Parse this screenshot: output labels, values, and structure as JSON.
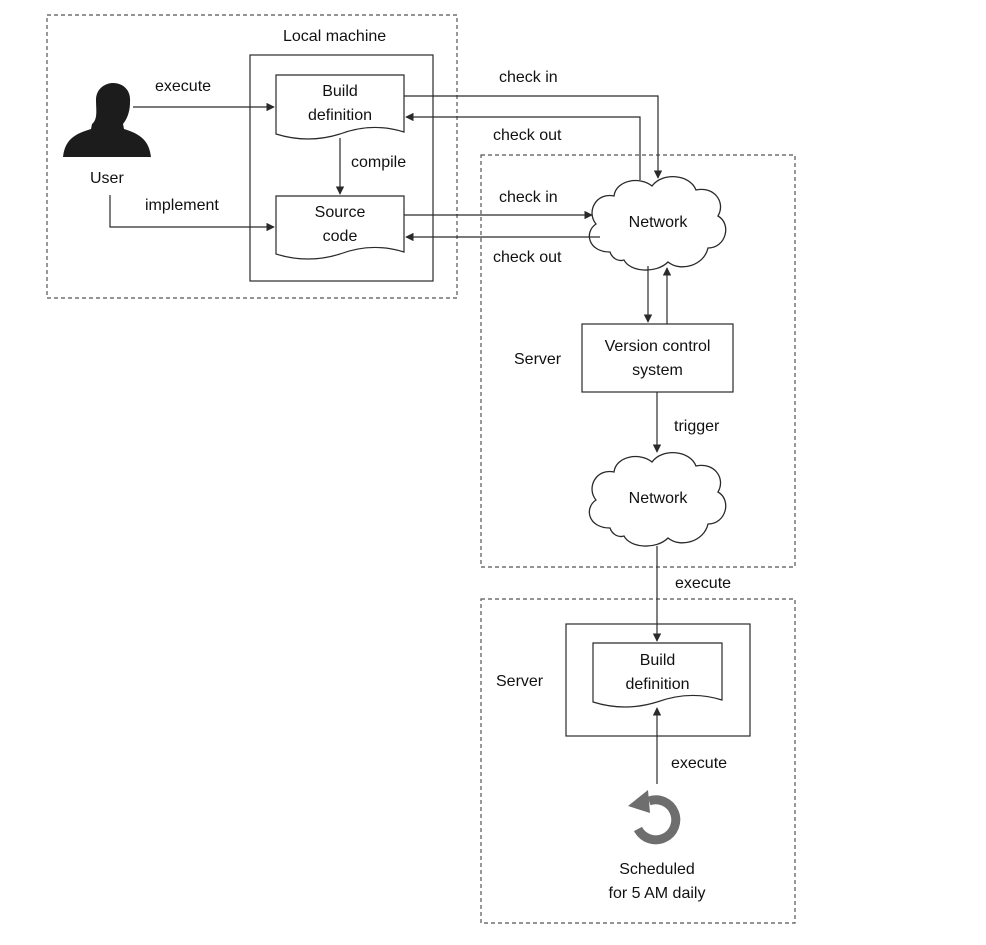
{
  "colors": {
    "line": "#2a2a2a",
    "dashed_border": "#555555",
    "user_silhouette": "#1c1c1c",
    "schedule_icon": "#6e6e6e"
  },
  "icons": {
    "user": "person-silhouette-icon",
    "schedule": "circular-arrow-refresh-icon",
    "network": "cloud-icon"
  },
  "local_machine": {
    "title": "Local machine"
  },
  "user": {
    "label": "User"
  },
  "edges": {
    "execute_top": "execute",
    "implement": "implement",
    "compile": "compile",
    "check_in_1": "check in",
    "check_out_1": "check out",
    "check_in_2": "check in",
    "check_out_2": "check out",
    "trigger": "trigger",
    "execute_mid": "execute",
    "execute_bottom": "execute"
  },
  "nodes": {
    "build_def_local": {
      "line1": "Build",
      "line2": "definition"
    },
    "source_code": {
      "line1": "Source",
      "line2": "code"
    },
    "network_1": "Network",
    "vcs": {
      "line1": "Version control",
      "line2": "system"
    },
    "network_2": "Network",
    "build_def_server": {
      "line1": "Build",
      "line2": "definition"
    }
  },
  "servers": {
    "server_1": "Server",
    "server_2": "Server"
  },
  "schedule": {
    "line1": "Scheduled",
    "line2": "for 5 AM daily"
  }
}
